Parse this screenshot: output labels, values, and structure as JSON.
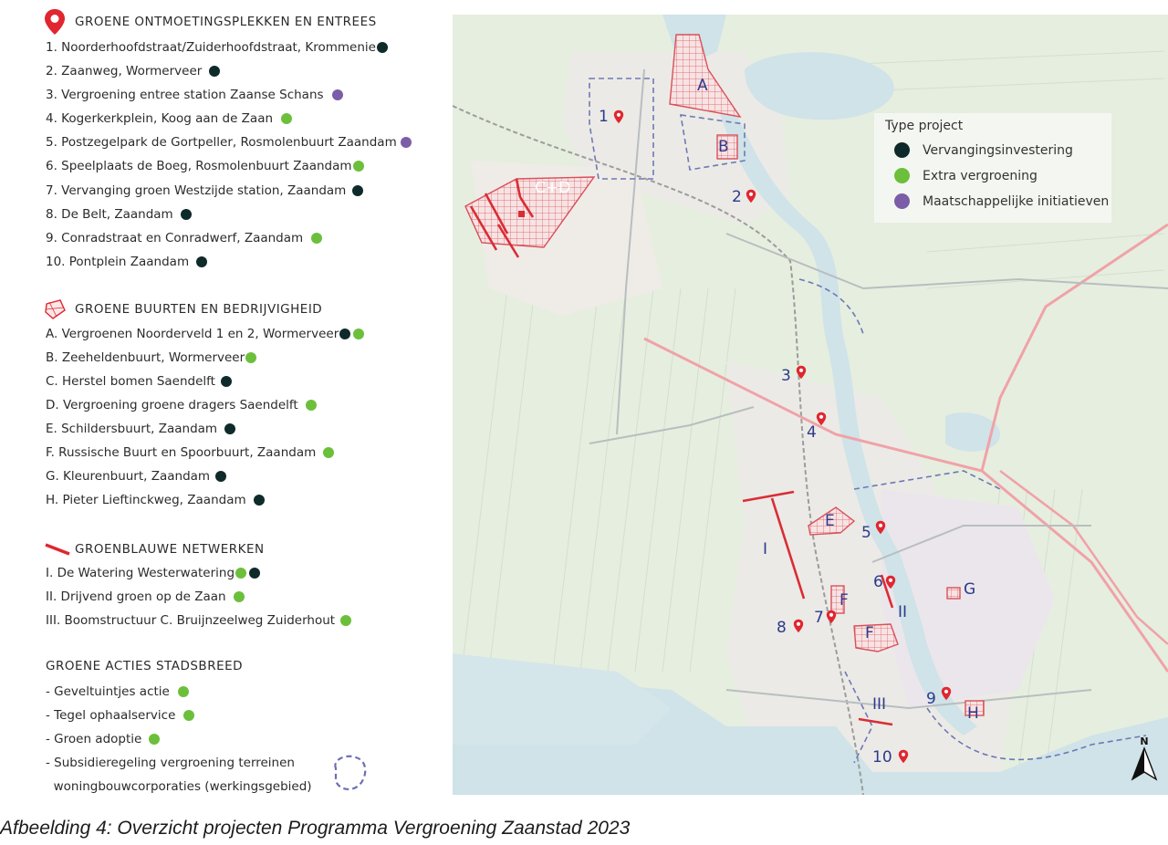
{
  "colors": {
    "vervangingsinvestering": "#0f2a2a",
    "extra_vergroening": "#6cbf3b",
    "maatschappelijk": "#7b5ea7",
    "pin_red": "#e0262f",
    "label_blue": "#2d3a8c",
    "water": "#cfe3e8"
  },
  "sections": [
    {
      "icon": "map-pin-icon",
      "title": "GROENE ONTMOETINGSPLEKKEN EN ENTREES",
      "items": [
        {
          "text": "1. Noorderhoofdstraat/Zuiderhoofdstraat, Krommenie",
          "types": [
            "vervangingsinvestering"
          ]
        },
        {
          "text": "2. Zaanweg, Wormerveer",
          "types": [
            "vervangingsinvestering"
          ]
        },
        {
          "text": "3. Vergroening entree station Zaanse Schans",
          "types": [
            "maatschappelijk"
          ]
        },
        {
          "text": "4. Kogerkerkplein, Koog aan de Zaan",
          "types": [
            "extra_vergroening"
          ]
        },
        {
          "text": "5. Postzegelpark de Gortpeller, Rosmolenbuurt Zaandam",
          "types": [
            "maatschappelijk"
          ]
        },
        {
          "text": "6. Speelplaats de Boeg, Rosmolenbuurt Zaandam",
          "types": [
            "extra_vergroening"
          ]
        },
        {
          "text": "7. Vervanging groen Westzijde station, Zaandam",
          "types": [
            "vervangingsinvestering"
          ]
        },
        {
          "text": "8. De Belt, Zaandam",
          "types": [
            "vervangingsinvestering"
          ]
        },
        {
          "text": "9. Conradstraat en Conradwerf, Zaandam",
          "types": [
            "extra_vergroening"
          ]
        },
        {
          "text": "10. Pontplein Zaandam",
          "types": [
            "vervangingsinvestering"
          ]
        }
      ]
    },
    {
      "icon": "hatched-area-icon",
      "title": "GROENE BUURTEN EN BEDRIJVIGHEID",
      "items": [
        {
          "text": "A. Vergroenen Noorderveld 1 en 2, Wormerveer",
          "types": [
            "vervangingsinvestering",
            "extra_vergroening"
          ]
        },
        {
          "text": "B. Zeeheldenbuurt, Wormerveer",
          "types": [
            "extra_vergroening"
          ]
        },
        {
          "text": "C. Herstel bomen Saendelft",
          "types": [
            "vervangingsinvestering"
          ]
        },
        {
          "text": "D. Vergroening groene dragers Saendelft",
          "types": [
            "extra_vergroening"
          ]
        },
        {
          "text": "E. Schildersbuurt, Zaandam",
          "types": [
            "vervangingsinvestering"
          ]
        },
        {
          "text": "F. Russische Buurt en Spoorbuurt, Zaandam",
          "types": [
            "extra_vergroening"
          ]
        },
        {
          "text": "G. Kleurenbuurt, Zaandam",
          "types": [
            "vervangingsinvestering"
          ]
        },
        {
          "text": "H. Pieter Lieftinckweg, Zaandam",
          "types": [
            "vervangingsinvestering"
          ]
        }
      ]
    },
    {
      "icon": "red-line-icon",
      "title": "GROENBLAUWE NETWERKEN",
      "items": [
        {
          "text": "I. De Watering Westerwatering",
          "types": [
            "extra_vergroening",
            "vervangingsinvestering"
          ]
        },
        {
          "text": "II. Drijvend groen op de Zaan",
          "types": [
            "extra_vergroening"
          ]
        },
        {
          "text": "III. Boomstructuur C. Bruijnzeelweg Zuiderhout",
          "types": [
            "extra_vergroening"
          ]
        }
      ]
    },
    {
      "icon": "",
      "title": "GROENE ACTIES STADSBREED",
      "items": [
        {
          "text": "- Geveltuintjes actie",
          "types": [
            "extra_vergroening"
          ]
        },
        {
          "text": "- Tegel ophaalservice",
          "types": [
            "extra_vergroening"
          ]
        },
        {
          "text": "- Groen adoptie",
          "types": [
            "extra_vergroening"
          ]
        },
        {
          "text": "- Subsidieregeling vergroening terreinen",
          "types": []
        },
        {
          "text": "  woningbouwcorporaties (werkingsgebied)",
          "types": []
        }
      ]
    }
  ],
  "map_legend": {
    "title": "Type project",
    "entries": [
      {
        "type": "vervangingsinvestering",
        "label": "Vervangingsinvestering"
      },
      {
        "type": "extra_vergroening",
        "label": "Extra vergroening"
      },
      {
        "type": "maatschappelijk",
        "label": "Maatschappelijke initiatieven"
      }
    ]
  },
  "map_labels": {
    "pins": [
      "1",
      "2",
      "3",
      "4",
      "5",
      "6",
      "7",
      "8",
      "9",
      "10"
    ],
    "areas": [
      "A",
      "B",
      "C+D",
      "E",
      "F",
      "F",
      "G",
      "H"
    ],
    "networks": [
      "I",
      "II",
      "III"
    ],
    "north": "N"
  },
  "caption": "Afbeelding 4: Overzicht projecten Programma Vergroening Zaanstad 2023"
}
